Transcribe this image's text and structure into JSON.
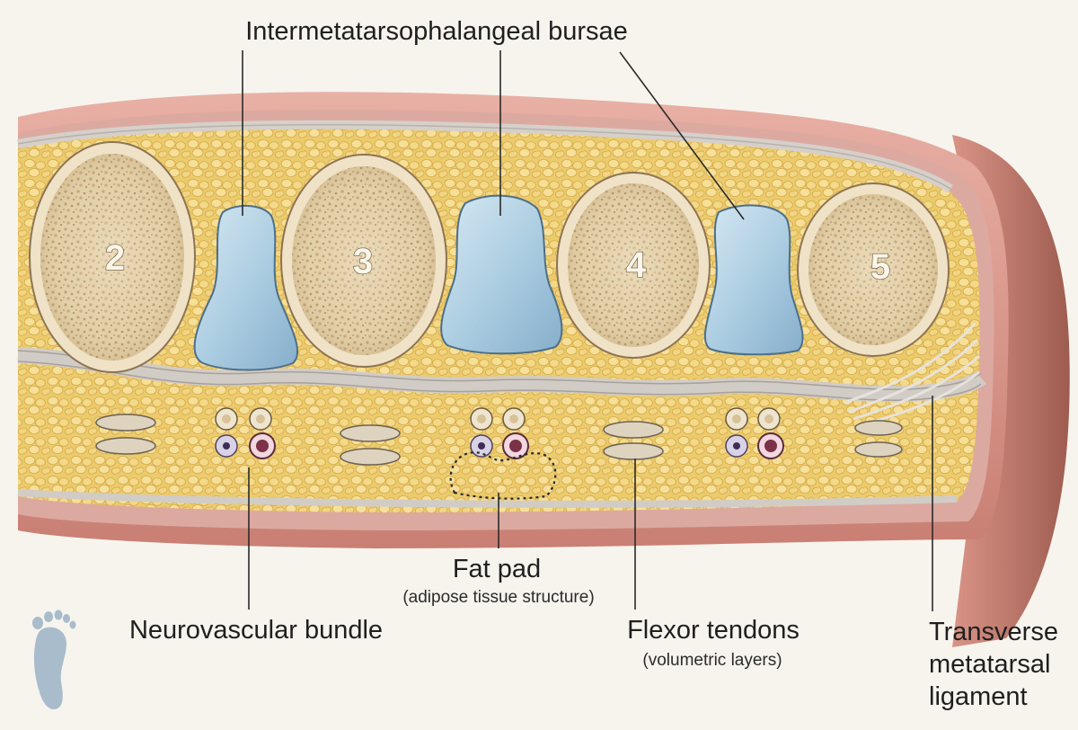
{
  "labels": {
    "bursae": "Intermetatarsophalangeal bursae",
    "fat_pad": "Fat pad",
    "fat_pad_sub": "(adipose tissue structure)",
    "neurovascular": "Neurovascular bundle",
    "flexor": "Flexor tendons",
    "flexor_sub": "(volumetric layers)",
    "ligament_line1": "Transverse",
    "ligament_line2": "metatarsal",
    "ligament_line3": "ligament"
  },
  "bones": [
    "2",
    "3",
    "4",
    "5"
  ],
  "icons": {
    "corner": "foot-icon"
  },
  "colors": {
    "background": "#f7f4ee",
    "skin": "#e0a39a",
    "fat": "#efcf72",
    "bone": "#e8dcc2",
    "bursa": "#a9cbe0",
    "fascia": "#cfcac4"
  }
}
